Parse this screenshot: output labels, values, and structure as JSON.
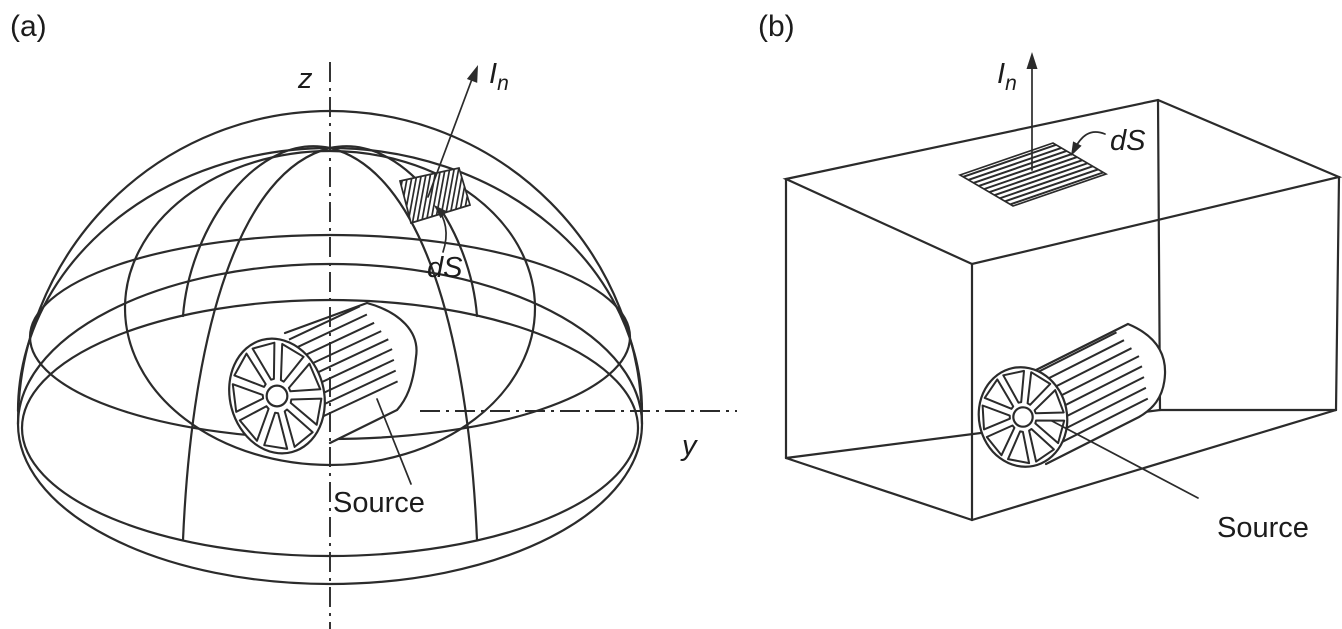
{
  "figure": {
    "line_color": "#2b2b2b",
    "background": "#ffffff",
    "panel_a": {
      "tag": "(a)",
      "z_axis_label": "z",
      "y_axis_label": "y",
      "ds_label": "dS",
      "intensity_main": "I",
      "intensity_sub": "n",
      "source_label": "Source"
    },
    "panel_b": {
      "tag": "(b)",
      "ds_label": "dS",
      "intensity_main": "I",
      "intensity_sub": "n",
      "source_label": "Source"
    }
  }
}
